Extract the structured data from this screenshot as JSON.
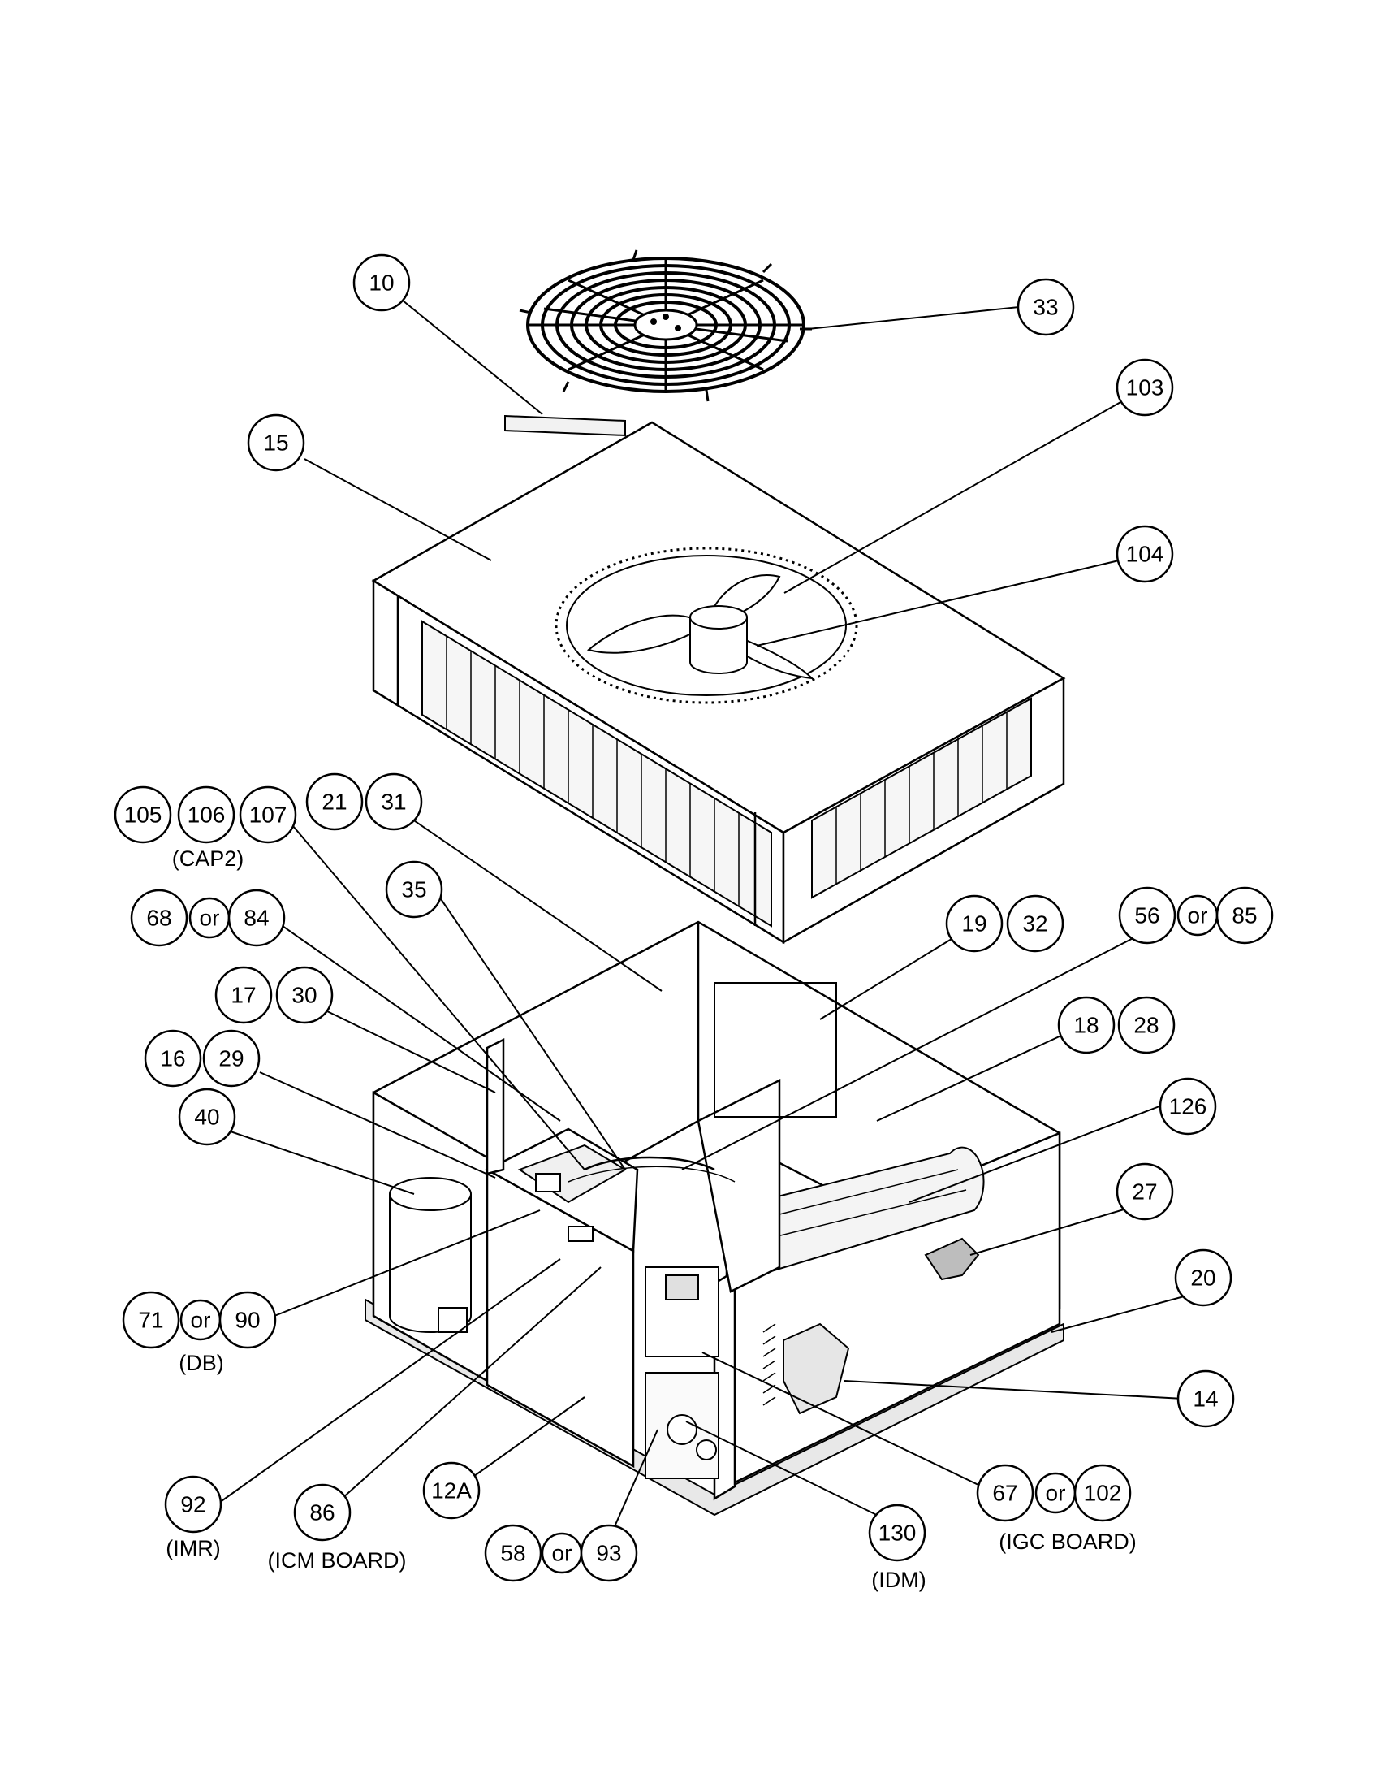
{
  "callouts": [
    {
      "id": "c10",
      "label": "10"
    },
    {
      "id": "c33",
      "label": "33"
    },
    {
      "id": "c103",
      "label": "103"
    },
    {
      "id": "c15",
      "label": "15"
    },
    {
      "id": "c104",
      "label": "104"
    },
    {
      "id": "c105",
      "label": "105"
    },
    {
      "id": "c106",
      "label": "106"
    },
    {
      "id": "c107",
      "label": "107"
    },
    {
      "id": "c21",
      "label": "21"
    },
    {
      "id": "c31",
      "label": "31"
    },
    {
      "id": "c35",
      "label": "35"
    },
    {
      "id": "c68",
      "label": "68"
    },
    {
      "id": "c68or",
      "label": "or"
    },
    {
      "id": "c84",
      "label": "84"
    },
    {
      "id": "c19",
      "label": "19"
    },
    {
      "id": "c32",
      "label": "32"
    },
    {
      "id": "c56",
      "label": "56"
    },
    {
      "id": "c56or",
      "label": "or"
    },
    {
      "id": "c85",
      "label": "85"
    },
    {
      "id": "c17",
      "label": "17"
    },
    {
      "id": "c30",
      "label": "30"
    },
    {
      "id": "c18",
      "label": "18"
    },
    {
      "id": "c28",
      "label": "28"
    },
    {
      "id": "c16",
      "label": "16"
    },
    {
      "id": "c29",
      "label": "29"
    },
    {
      "id": "c126",
      "label": "126"
    },
    {
      "id": "c40",
      "label": "40"
    },
    {
      "id": "c27",
      "label": "27"
    },
    {
      "id": "c20",
      "label": "20"
    },
    {
      "id": "c71",
      "label": "71"
    },
    {
      "id": "c71or",
      "label": "or"
    },
    {
      "id": "c90",
      "label": "90"
    },
    {
      "id": "c14",
      "label": "14"
    },
    {
      "id": "c92",
      "label": "92"
    },
    {
      "id": "c86",
      "label": "86"
    },
    {
      "id": "c12A",
      "label": "12A"
    },
    {
      "id": "c67",
      "label": "67"
    },
    {
      "id": "c67or",
      "label": "or"
    },
    {
      "id": "c102",
      "label": "102"
    },
    {
      "id": "c130",
      "label": "130"
    },
    {
      "id": "c58",
      "label": "58"
    },
    {
      "id": "c58or",
      "label": "or"
    },
    {
      "id": "c93",
      "label": "93"
    }
  ],
  "notes": {
    "cap2": "(CAP2)",
    "db": "(DB)",
    "imr": "(IMR)",
    "icm_board": "(ICM BOARD)",
    "igc_board": "(IGC BOARD)",
    "idm": "(IDM)"
  }
}
